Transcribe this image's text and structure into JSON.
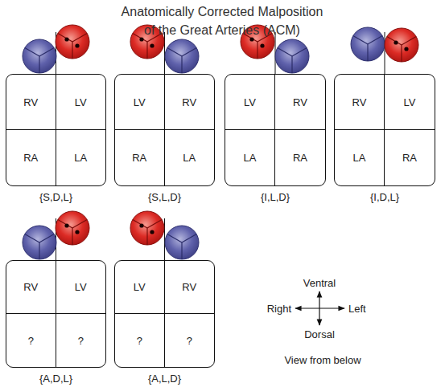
{
  "diagram": {
    "title": "Anatomically Corrected Malposition of the Great Arteries (ACM)",
    "nodes": [
      {
        "text": [
          "{S,D,L}"
        ]
      },
      {
        "text": [
          "RV"
        ],
        "in": 0
      },
      {
        "text": [
          "LV"
        ],
        "in": 0
      },
      {
        "text": [
          "RA"
        ],
        "in": 0
      },
      {
        "text": [
          "LA"
        ],
        "in": 0
      },
      {
        "text": [
          "{S,L,D}"
        ]
      },
      {
        "text": [
          "LV"
        ],
        "in": 5
      },
      {
        "text": [
          "RV"
        ],
        "in": 5
      },
      {
        "text": [
          "RA"
        ],
        "in": 5
      },
      {
        "text": [
          "LA"
        ],
        "in": 5
      },
      {
        "text": [
          "{I,L,D}"
        ]
      },
      {
        "text": [
          "LV"
        ],
        "in": 10
      },
      {
        "text": [
          "RV"
        ],
        "in": 10
      },
      {
        "text": [
          "LA"
        ],
        "in": 10
      },
      {
        "text": [
          "RA"
        ],
        "in": 10
      },
      {
        "text": [
          "{I,D,L}"
        ]
      },
      {
        "text": [
          "RV"
        ],
        "in": 15
      },
      {
        "text": [
          "LV"
        ],
        "in": 15
      },
      {
        "text": [
          "LA"
        ],
        "in": 15
      },
      {
        "text": [
          "RA"
        ],
        "in": 15
      },
      {
        "text": [
          "{A,D,L}"
        ]
      },
      {
        "text": [
          "RV"
        ],
        "in": 20
      },
      {
        "text": [
          "LV"
        ],
        "in": 20
      },
      {
        "text": [
          "?"
        ],
        "in": 20
      },
      {
        "text": [
          "?"
        ],
        "in": 20
      },
      {
        "text": [
          "{A,L,D}"
        ]
      },
      {
        "text": [
          "LV"
        ],
        "in": 25
      },
      {
        "text": [
          "RV"
        ],
        "in": 25
      },
      {
        "text": [
          "?"
        ],
        "in": 25
      },
      {
        "text": [
          "?"
        ],
        "in": 25
      }
    ],
    "labels": [
      "Ventral",
      "Right",
      "Left",
      "Dorsal",
      "View from below"
    ]
  }
}
